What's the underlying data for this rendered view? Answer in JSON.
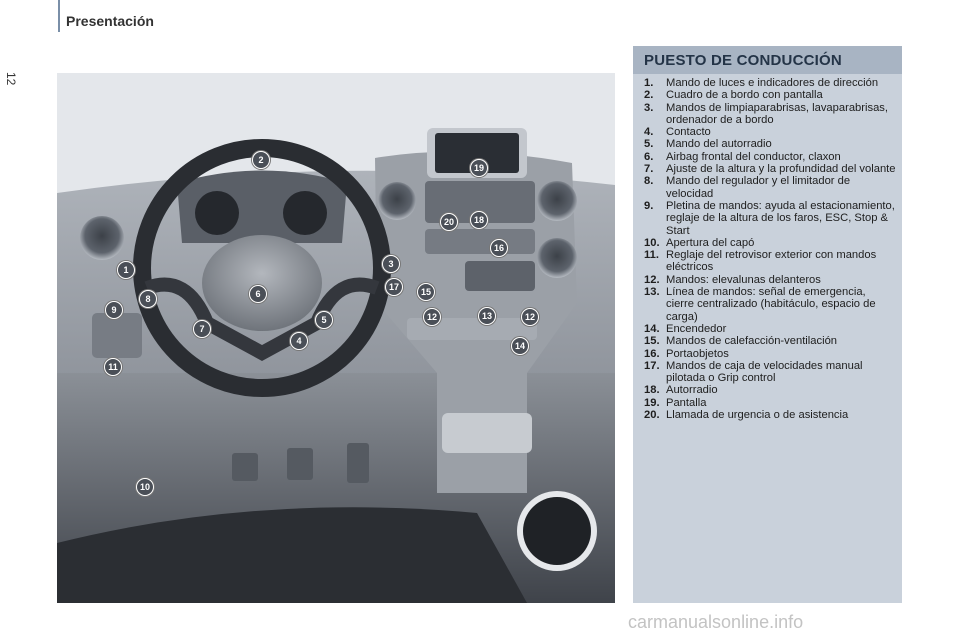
{
  "header": {
    "title": "Presentación"
  },
  "page_number": "12",
  "panel": {
    "title": "PUESTO DE CONDUCCIÓN",
    "items": [
      {
        "num": "1.",
        "text": "Mando de luces e indicadores de dirección"
      },
      {
        "num": "2.",
        "text": "Cuadro de a bordo con pantalla"
      },
      {
        "num": "3.",
        "text": "Mandos de limpiaparabrisas, lavaparabrisas, ordenador de a bordo"
      },
      {
        "num": "4.",
        "text": "Contacto"
      },
      {
        "num": "5.",
        "text": "Mando del autorradio"
      },
      {
        "num": "6.",
        "text": "Airbag frontal del conductor, claxon"
      },
      {
        "num": "7.",
        "text": "Ajuste de la altura y la profundidad del volante"
      },
      {
        "num": "8.",
        "text": "Mando del regulador y el limitador de velocidad"
      },
      {
        "num": "9.",
        "text": "Pletina de mandos: ayuda al estacionamiento, reglaje de la altura de los faros, ESC, Stop & Start"
      },
      {
        "num": "10.",
        "text": "Apertura del capó"
      },
      {
        "num": "11.",
        "text": "Reglaje del retrovisor exterior con mandos eléctricos"
      },
      {
        "num": "12.",
        "text": "Mandos: elevalunas delanteros"
      },
      {
        "num": "13.",
        "text": "Línea de mandos: señal de emergencia, cierre centralizado (habitáculo, espacio de carga)"
      },
      {
        "num": "14.",
        "text": "Encendedor"
      },
      {
        "num": "15.",
        "text": "Mandos de calefacción-ventilación"
      },
      {
        "num": "16.",
        "text": "Portaobjetos"
      },
      {
        "num": "17.",
        "text": "Mandos de caja de velocidades manual pilotada o Grip control"
      },
      {
        "num": "18.",
        "text": "Autorradio"
      },
      {
        "num": "19.",
        "text": "Pantalla"
      },
      {
        "num": "20.",
        "text": "Llamada de urgencia o de asistencia"
      }
    ]
  },
  "callouts": [
    {
      "label": "1",
      "name": "callout-1"
    },
    {
      "label": "2",
      "name": "callout-2"
    },
    {
      "label": "3",
      "name": "callout-3"
    },
    {
      "label": "4",
      "name": "callout-4"
    },
    {
      "label": "5",
      "name": "callout-5"
    },
    {
      "label": "6",
      "name": "callout-6"
    },
    {
      "label": "7",
      "name": "callout-7"
    },
    {
      "label": "8",
      "name": "callout-8"
    },
    {
      "label": "9",
      "name": "callout-9"
    },
    {
      "label": "10",
      "name": "callout-10"
    },
    {
      "label": "11",
      "name": "callout-11"
    },
    {
      "label": "12",
      "name": "callout-12a"
    },
    {
      "label": "13",
      "name": "callout-13"
    },
    {
      "label": "12",
      "name": "callout-12b"
    },
    {
      "label": "14",
      "name": "callout-14"
    },
    {
      "label": "15",
      "name": "callout-15"
    },
    {
      "label": "16",
      "name": "callout-16"
    },
    {
      "label": "17",
      "name": "callout-17"
    },
    {
      "label": "18",
      "name": "callout-18"
    },
    {
      "label": "19",
      "name": "callout-19"
    },
    {
      "label": "20",
      "name": "callout-20"
    }
  ],
  "watermark": "carmanualsonline.info"
}
